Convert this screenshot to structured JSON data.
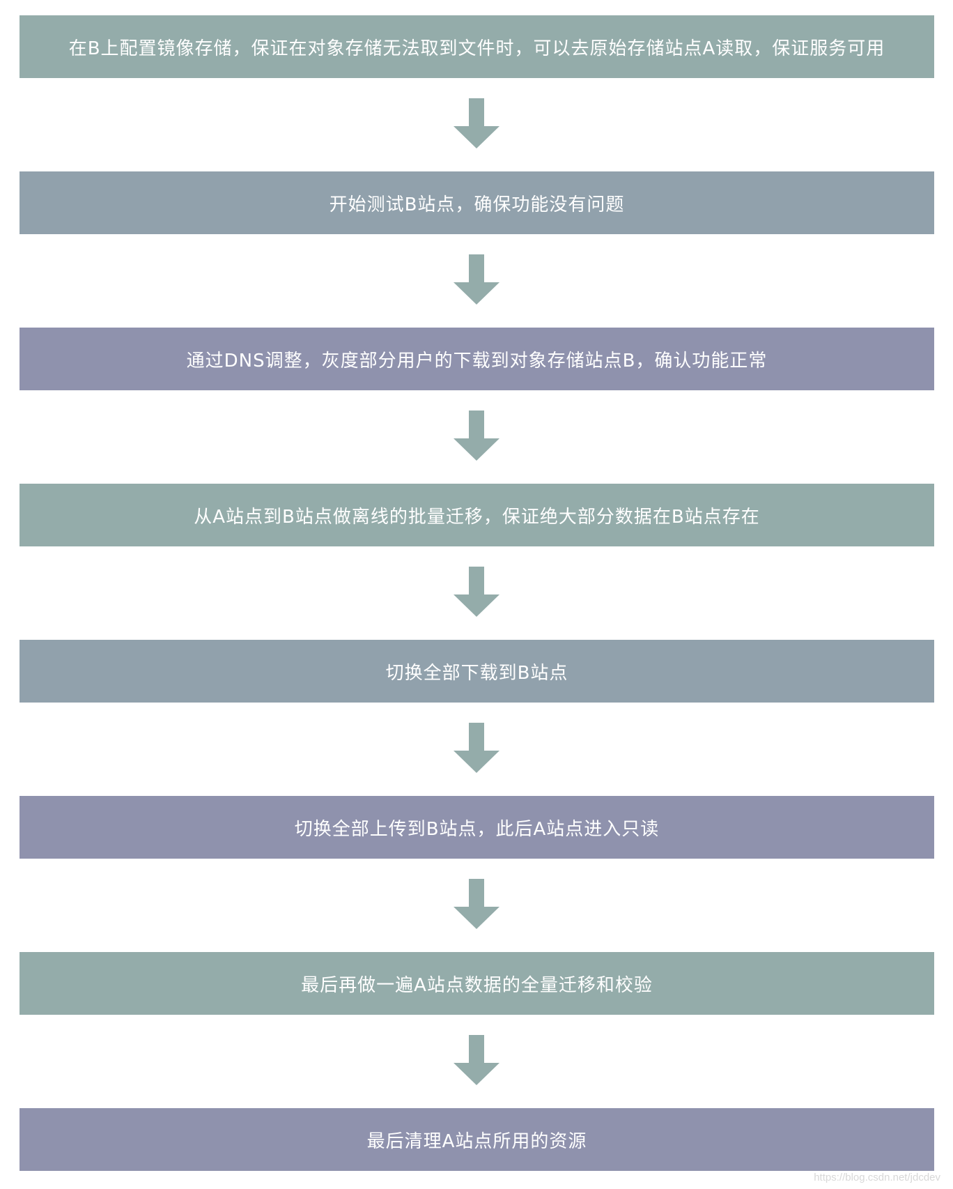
{
  "colors": {
    "teal": "#94acaa",
    "slate": "#91a1ac",
    "purple": "#8f92ad",
    "arrow": "#94acaa"
  },
  "steps": [
    {
      "label": "在B上配置镜像存储，保证在对象存储无法取到文件时，可以去原始存储站点A读取，保证服务可用",
      "color": "teal"
    },
    {
      "label": "开始测试B站点，确保功能没有问题",
      "color": "slate"
    },
    {
      "label": "通过DNS调整，灰度部分用户的下载到对象存储站点B，确认功能正常",
      "color": "purple"
    },
    {
      "label": "从A站点到B站点做离线的批量迁移，保证绝大部分数据在B站点存在",
      "color": "teal"
    },
    {
      "label": "切换全部下载到B站点",
      "color": "slate"
    },
    {
      "label": "切换全部上传到B站点，此后A站点进入只读",
      "color": "purple"
    },
    {
      "label": "最后再做一遍A站点数据的全量迁移和校验",
      "color": "teal"
    },
    {
      "label": "最后清理A站点所用的资源",
      "color": "purple"
    }
  ],
  "watermark": "https://blog.csdn.net/jdcdev"
}
